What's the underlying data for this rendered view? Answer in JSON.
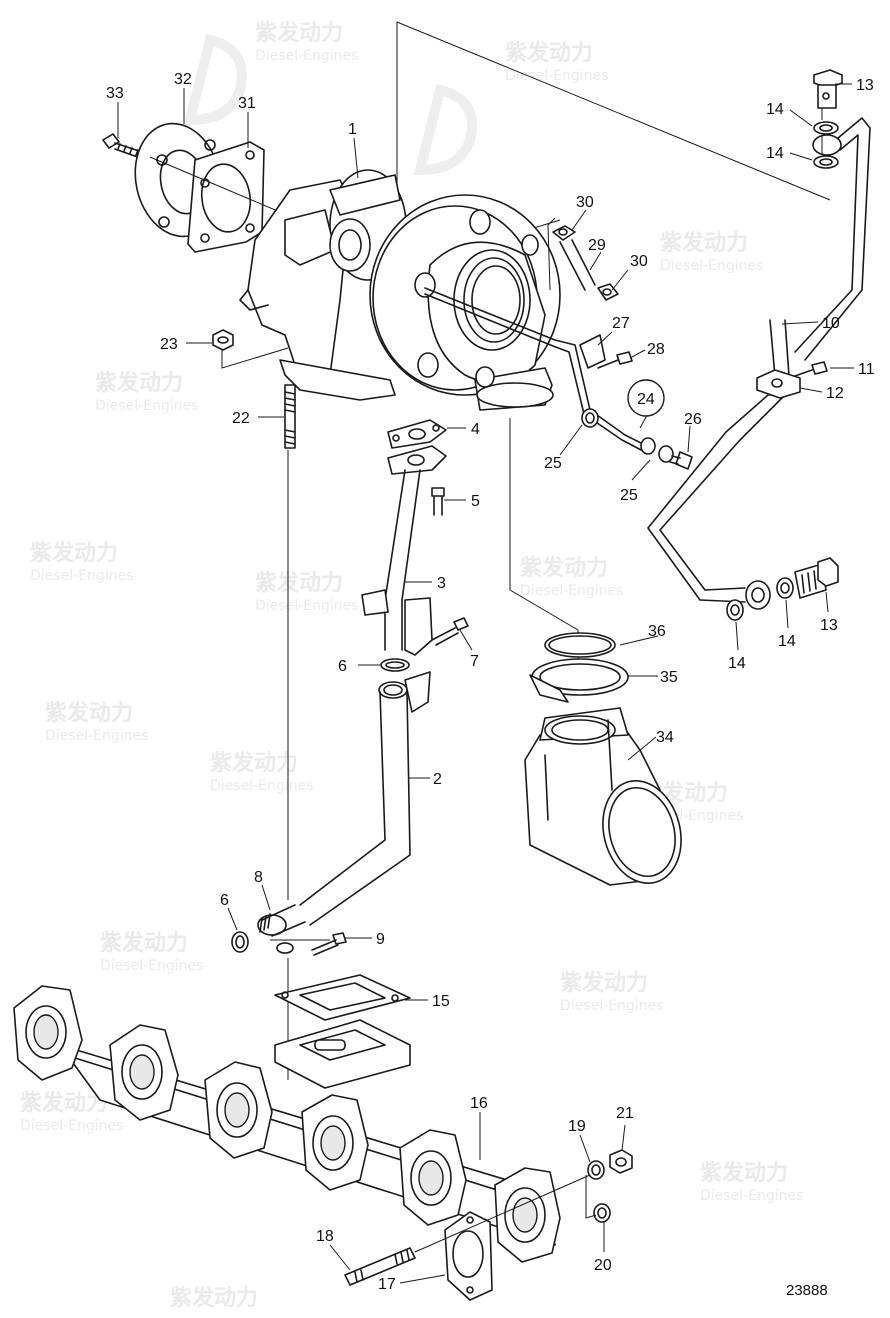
{
  "diagram": {
    "drawing_number": "23888",
    "watermark": {
      "brand": "紫发动力",
      "subtitle": "Diesel-Engines"
    },
    "callouts": {
      "c1": "1",
      "c2": "2",
      "c3": "3",
      "c4": "4",
      "c5": "5",
      "c6a": "6",
      "c6b": "6",
      "c7": "7",
      "c8": "8",
      "c9": "9",
      "c10": "10",
      "c11": "11",
      "c12": "12",
      "c13a": "13",
      "c13b": "13",
      "c14a": "14",
      "c14b": "14",
      "c14c": "14",
      "c14d": "14",
      "c15": "15",
      "c16": "16",
      "c17": "17",
      "c18": "18",
      "c19": "19",
      "c20": "20",
      "c21": "21",
      "c22": "22",
      "c23": "23",
      "c24": "24",
      "c25a": "25",
      "c25b": "25",
      "c26": "26",
      "c27": "27",
      "c28": "28",
      "c29": "29",
      "c30a": "30",
      "c30b": "30",
      "c31": "31",
      "c32": "32",
      "c33": "33",
      "c34": "34",
      "c35": "35",
      "c36": "36"
    }
  }
}
